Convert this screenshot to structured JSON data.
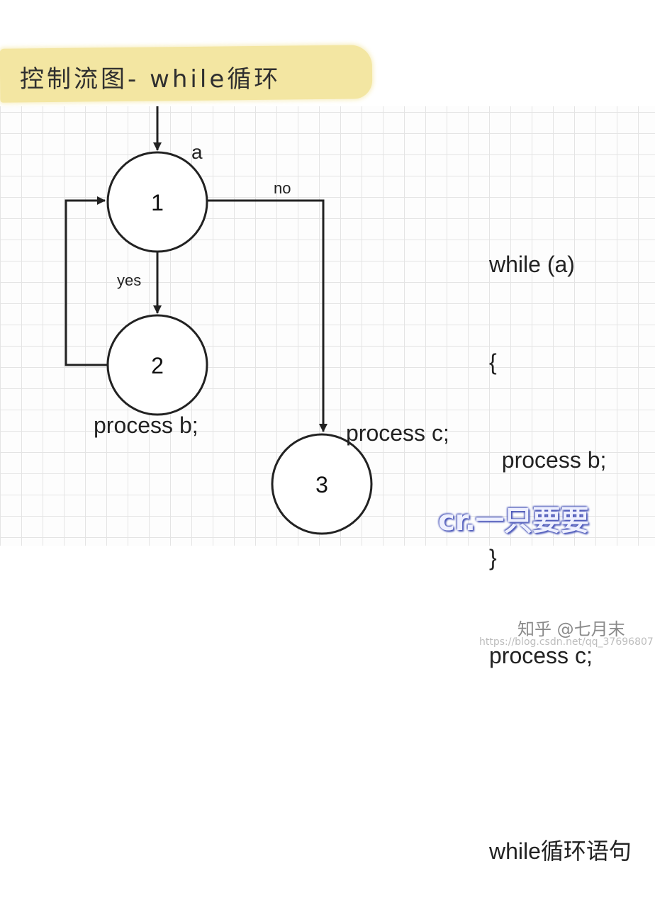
{
  "title": "控制流图- while循环",
  "nodes": [
    {
      "label": "1",
      "caption": "a"
    },
    {
      "label": "2",
      "caption": "process b;"
    },
    {
      "label": "3",
      "caption": "process c;"
    }
  ],
  "edge_labels": {
    "yes": "yes",
    "no": "no"
  },
  "code_lines": [
    "while (a)",
    "{",
    "  process b;",
    "}",
    "process c;",
    "",
    "while循环语句"
  ],
  "watermark": "cr.一只要要",
  "zhihu_credit": "知乎 @七月末",
  "csdn_url": "https://blog.csdn.net/qq_37696807",
  "colors": {
    "highlight": "#f3e6a2",
    "watermark_stroke": "#4a56b8",
    "line": "#222222"
  }
}
